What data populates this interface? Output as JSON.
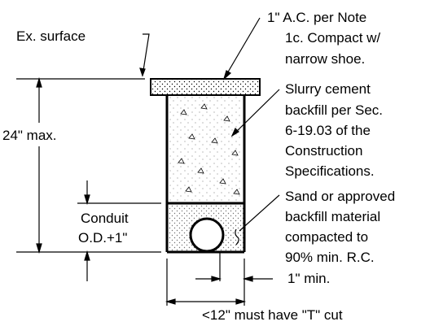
{
  "labels": {
    "ex_surface": "Ex. surface",
    "depth_max": "24\" max.",
    "conduit_line1": "Conduit",
    "conduit_line2": "O.D.+1\"",
    "ac_note": [
      "1\" A.C. per Note",
      "1c. Compact w/",
      "narrow shoe."
    ],
    "slurry_note": [
      "Slurry cement",
      "backfill per Sec.",
      "6-19.03 of the",
      "Construction",
      "Specifications."
    ],
    "sand_note": [
      "Sand or approved",
      "backfill material",
      "compacted to",
      "90% min. R.C."
    ],
    "min_cover": "1\" min.",
    "width_note": "<12\" must have \"T\" cut"
  },
  "colors": {
    "line": "#000000",
    "background": "#ffffff"
  }
}
